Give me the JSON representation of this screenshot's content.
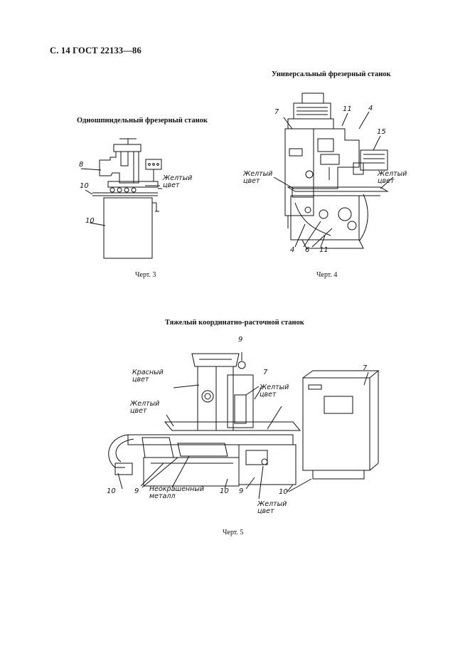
{
  "header": "С. 14 ГОСТ 22133—86",
  "fig3": {
    "title": "Одношпиндельный фрезерный станок",
    "caption": "Черт. 3",
    "labels": {
      "yellow": "Желтый цвет",
      "n8": "8",
      "n10a": "10",
      "n10b": "10"
    }
  },
  "fig4": {
    "title": "Универсальный фрезерный станок",
    "caption": "Черт. 4",
    "labels": {
      "n7": "7",
      "n11top": "11",
      "n4top": "4",
      "n15": "15",
      "yellow_left": "Желтый цвет",
      "yellow_right": "Желтый цвет",
      "n4bot": "4",
      "n6": "6",
      "n11bot": "11"
    }
  },
  "fig5": {
    "title": "Тяжелый координатно-расточной станок",
    "caption": "Черт. 5",
    "labels": {
      "n9top": "9",
      "red": "Красный цвет",
      "n7a": "7",
      "n7b": "7",
      "yellow_top": "Желтый цвет",
      "yellow_left": "Желтый цвет",
      "n10left": "10",
      "n9a": "9",
      "unpainted": "Неокрашенный металл",
      "n10mid": "10",
      "n9b": "9",
      "n10right": "10",
      "yellow_bottom": "Желтый цвет"
    }
  }
}
